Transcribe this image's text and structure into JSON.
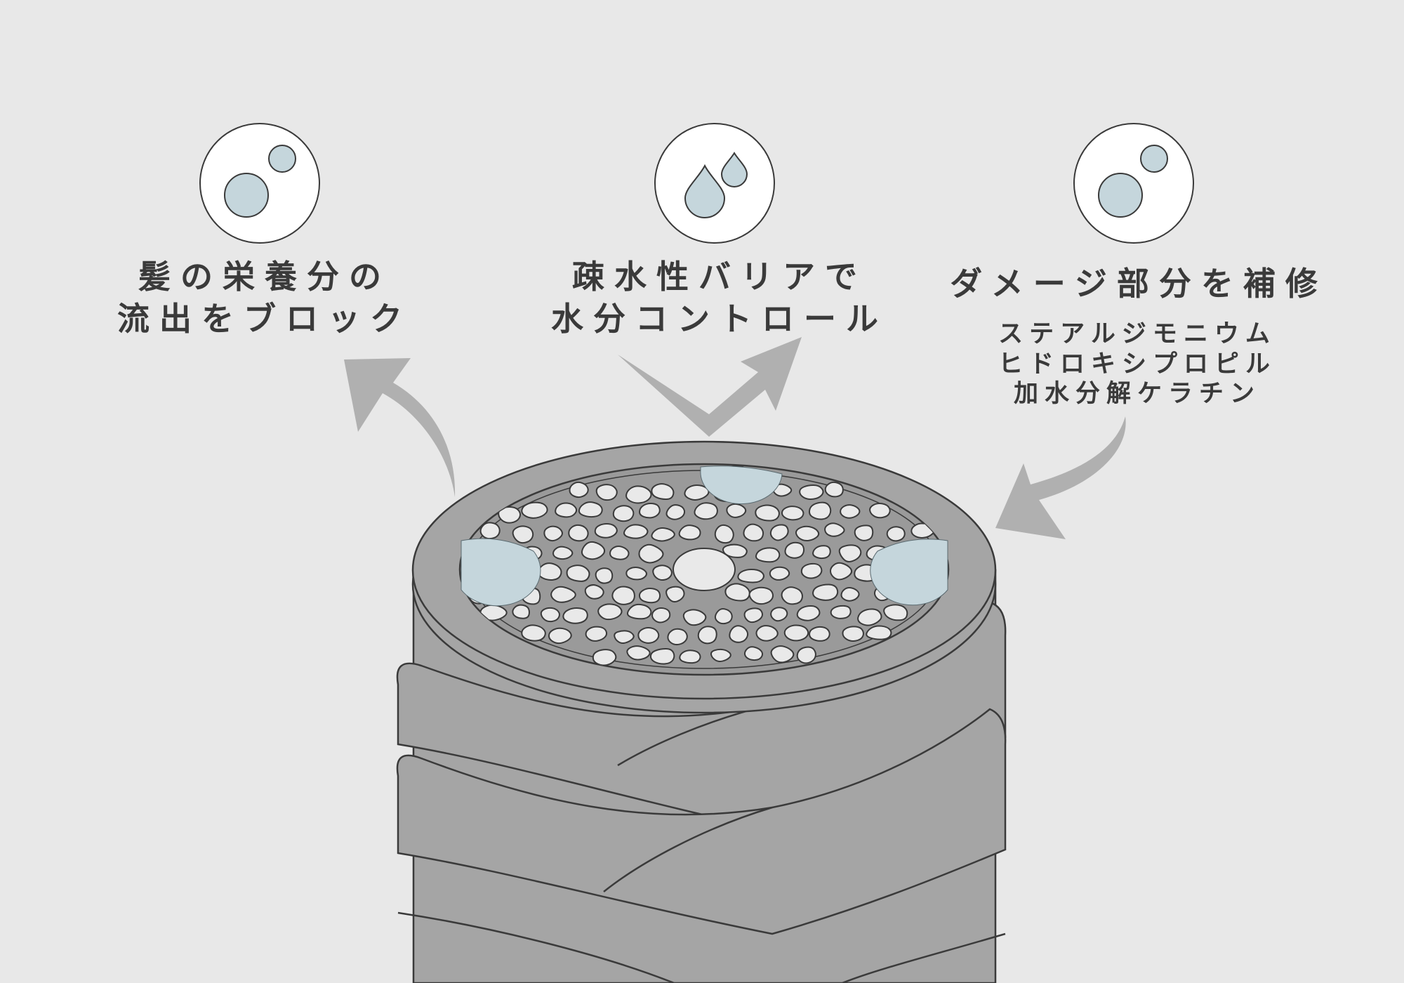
{
  "colors": {
    "background": "#e8e8e8",
    "hair": "#a5a5a5",
    "outline": "#3a3a3a",
    "cell": "#e9e9e9",
    "drop": "#c5d6dc",
    "arrow": "#b0b0b0",
    "text": "#3a3a3a"
  },
  "features": [
    {
      "icon": "bubbles-icon",
      "lines": [
        "髪の栄養分の",
        "流出をブロック"
      ]
    },
    {
      "icon": "water-drops-icon",
      "lines": [
        "疎水性バリアで",
        "水分コントロール"
      ]
    },
    {
      "icon": "bubbles-icon",
      "lines": [
        "ダメージ部分を補修"
      ],
      "ingredients": [
        "ステアルジモニウム",
        "ヒドロキシプロピル",
        "加水分解ケラチン"
      ]
    }
  ]
}
